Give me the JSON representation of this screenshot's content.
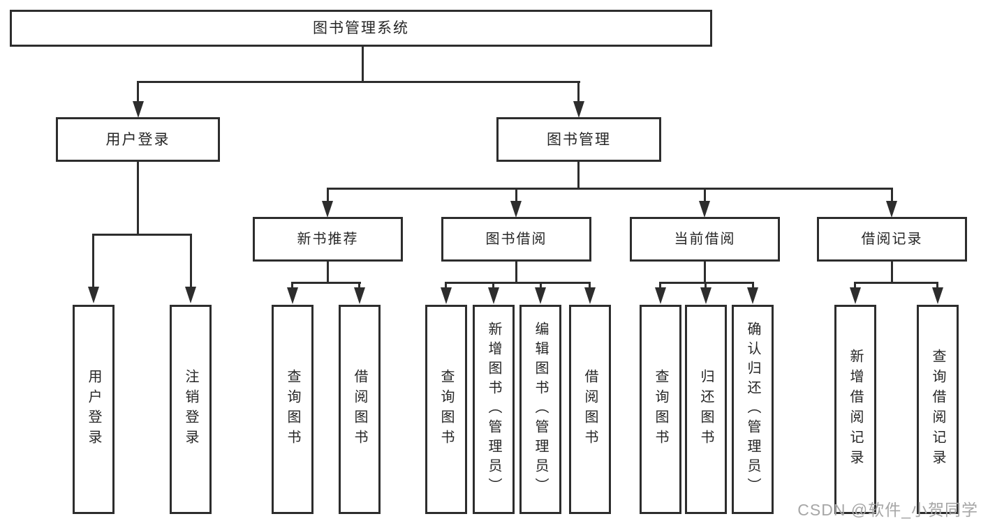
{
  "diagram": {
    "root": {
      "label": "图书管理系统"
    },
    "branches": [
      {
        "label": "用户登录",
        "children": [
          {
            "label": "用户登录"
          },
          {
            "label": "注销登录"
          }
        ]
      },
      {
        "label": "图书管理",
        "children": [
          {
            "label": "新书推荐",
            "children": [
              {
                "label": "查询图书"
              },
              {
                "label": "借阅图书"
              }
            ]
          },
          {
            "label": "图书借阅",
            "children": [
              {
                "label": "查询图书"
              },
              {
                "label": "新增图书（管理员）"
              },
              {
                "label": "编辑图书（管理员）"
              },
              {
                "label": "借阅图书"
              }
            ]
          },
          {
            "label": "当前借阅",
            "children": [
              {
                "label": "查询图书"
              },
              {
                "label": "归还图书"
              },
              {
                "label": "确认归还（管理员）"
              }
            ]
          },
          {
            "label": "借阅记录",
            "children": [
              {
                "label": "新增借阅记录"
              },
              {
                "label": "查询借阅记录"
              }
            ]
          }
        ]
      }
    ]
  },
  "watermark": "CSDN @软件_小贺同学",
  "colors": {
    "line": "#2d2d2d",
    "text": "#262626",
    "watermark": "#a6a6a6",
    "background": "#ffffff"
  }
}
